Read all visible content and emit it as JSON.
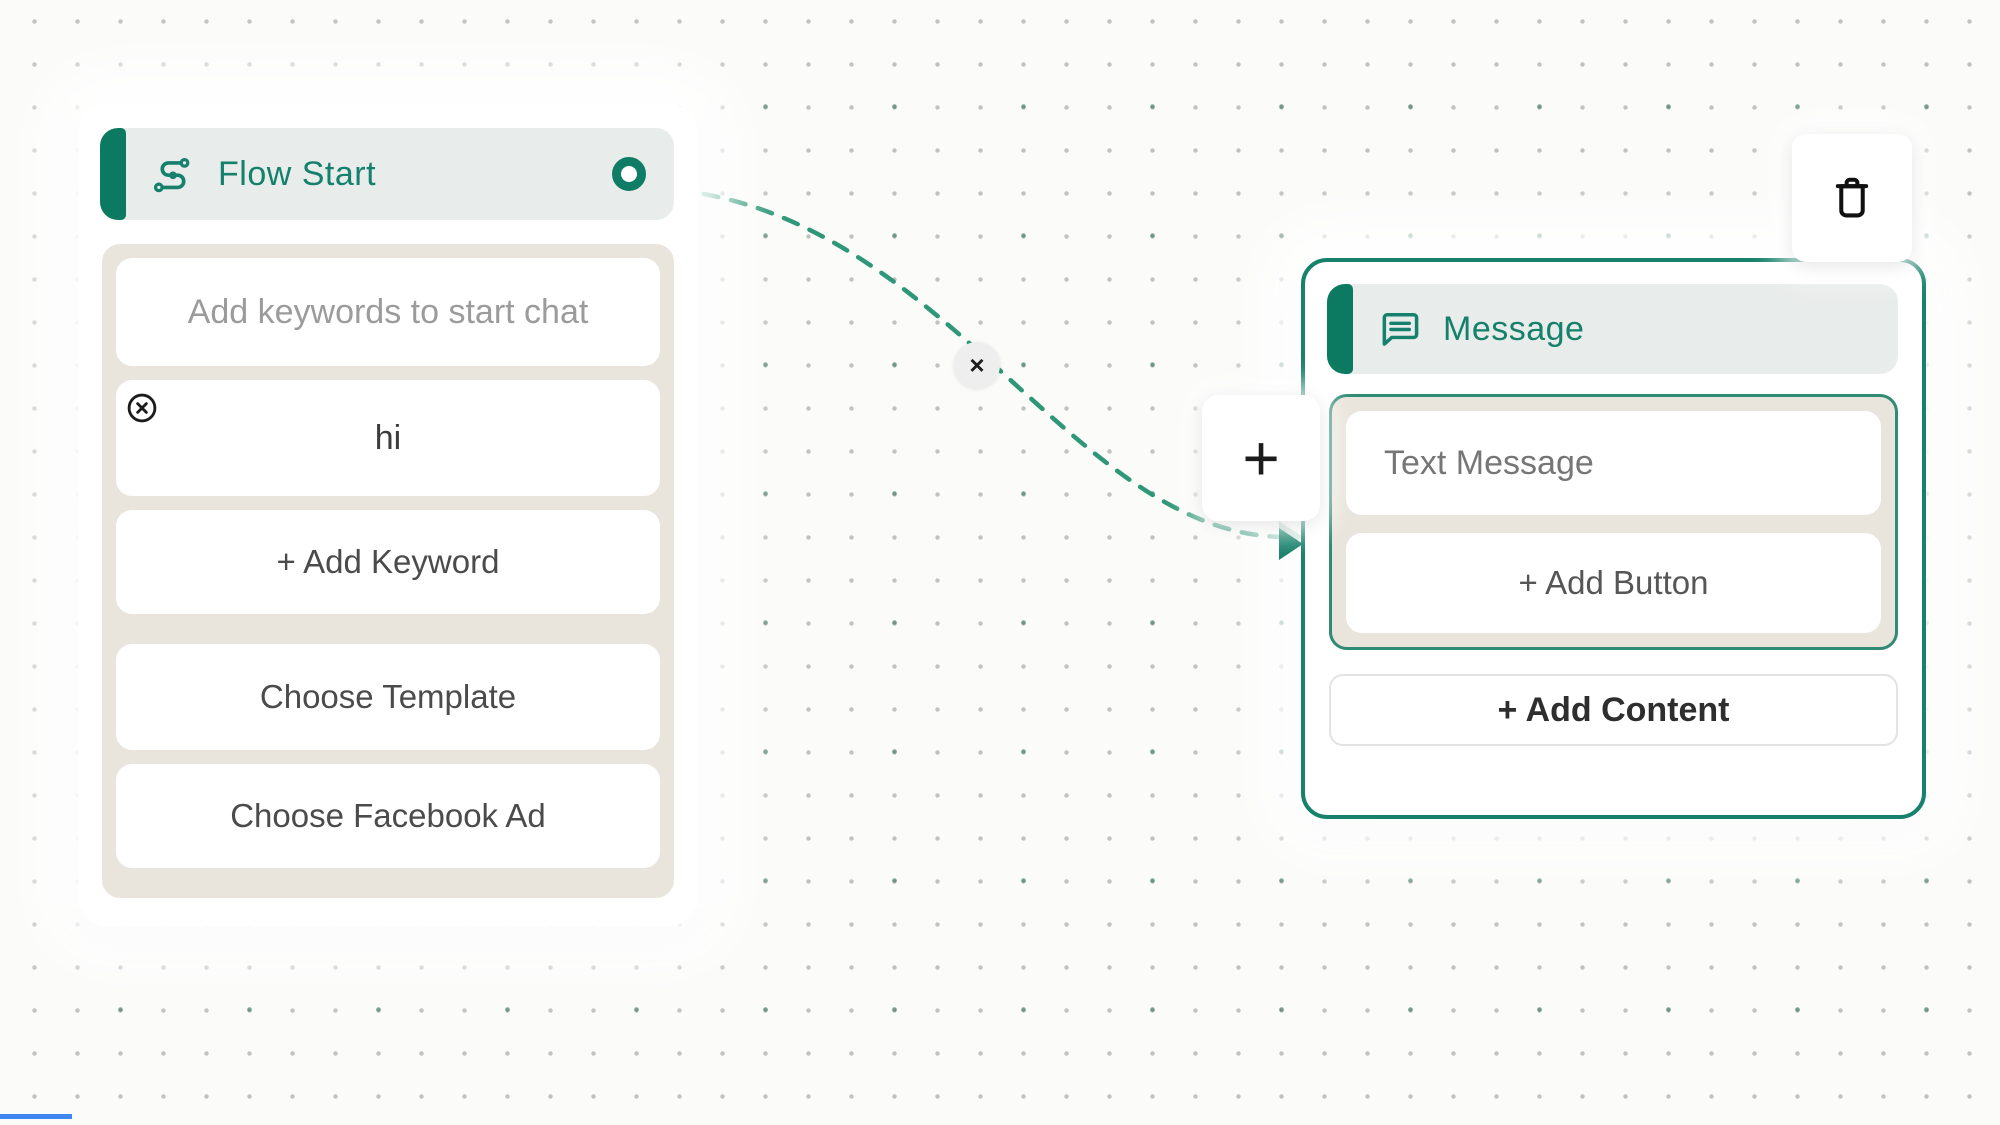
{
  "colors": {
    "accent_teal": "#0c7a61",
    "title_teal": "#15806b",
    "node_border_teal": "#17816b",
    "edge_dash_teal": "#2e9778",
    "header_bg": "#e8ecea",
    "section_bg": "#e9e5dc",
    "canvas_bg": "#fbfbfa"
  },
  "flow_start_node": {
    "title": "Flow Start",
    "keyword_input_placeholder": "Add keywords to start chat",
    "keywords": [
      {
        "label": "hi"
      }
    ],
    "add_keyword_label": "+ Add Keyword",
    "choose_template_label": "Choose Template",
    "choose_facebook_ad_label": "Choose Facebook Ad"
  },
  "message_node": {
    "title": "Message",
    "text_message_label": "Text Message",
    "add_button_label": "+ Add Button",
    "add_content_label": "+ Add Content"
  },
  "connection": {
    "remove_label": "×"
  },
  "toolbar": {
    "add_node_label": "+"
  }
}
